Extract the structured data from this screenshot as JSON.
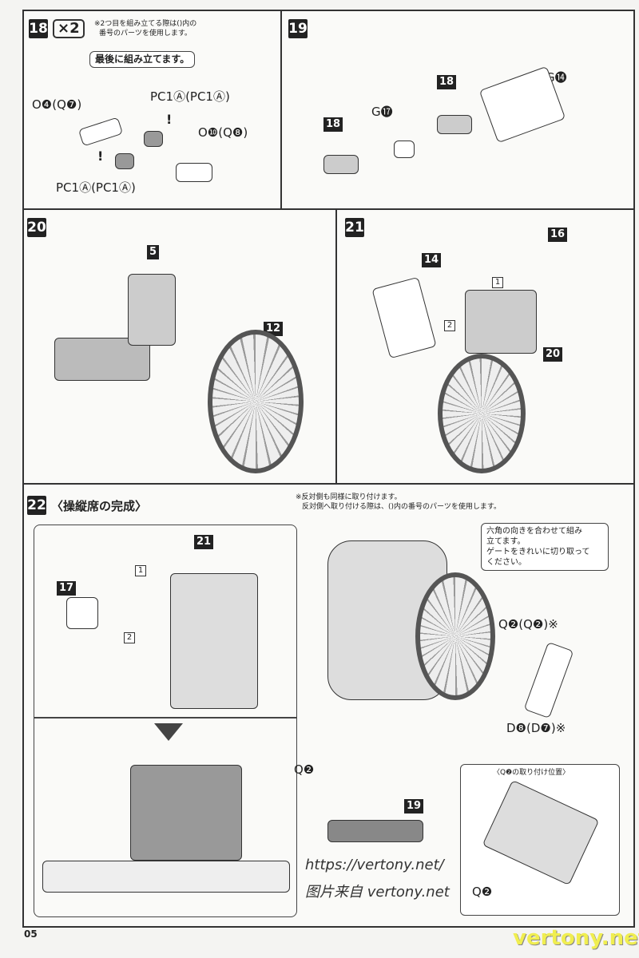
{
  "step18": {
    "number": "18",
    "multiplier": "×2",
    "note": [
      "※2つ目を組み立てる際は()内の",
      "番号のパーツを使用します。"
    ],
    "bubble": "最後に組み立てます。",
    "labels": [
      "O❹(Q❼)",
      "PC1Ⓐ(PC1Ⓐ)",
      "O❿(Q❽)",
      "PC1Ⓐ(PC1Ⓐ)"
    ],
    "caution": "!"
  },
  "step19": {
    "number": "19",
    "labels": [
      "G⓱",
      "G⓮"
    ],
    "tags": [
      "18",
      "18"
    ]
  },
  "step20": {
    "number": "20",
    "tags": [
      "5",
      "12"
    ]
  },
  "step21": {
    "number": "21",
    "tags": [
      "14",
      "16",
      "20"
    ],
    "order": [
      "1",
      "2"
    ]
  },
  "step22": {
    "number": "22",
    "title": "〈操縦席の完成〉",
    "note": [
      "※反対側も同様に取り付けます。",
      "反対側へ取り付ける際は、()内の番号のパーツを使用します。"
    ],
    "bubble": [
      "六角の向きを合わせて組み",
      "立てます。",
      "ゲートをきれいに切り取って",
      "ください。"
    ],
    "tags": [
      "21",
      "17",
      "19"
    ],
    "order": [
      "1",
      "2"
    ],
    "labels": [
      "Q❷(Q❷)※",
      "D❽(D❼)※",
      "Q❷",
      "Q❷"
    ],
    "inset_title": "〈Q❷の取り付け位置〉"
  },
  "page_number": "05",
  "watermark": {
    "site": "vertony.net",
    "url": "https://vertony.net/",
    "text": "图片来自 vertony.net"
  }
}
